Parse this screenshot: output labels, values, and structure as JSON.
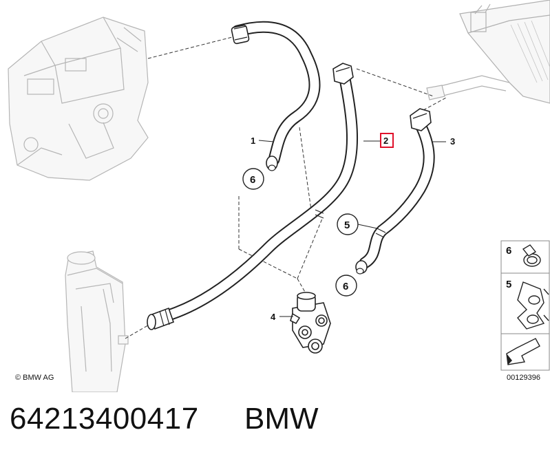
{
  "diagram": {
    "callouts": {
      "hose_1": "1",
      "hose_2": "2",
      "hose_3": "3",
      "valve_4": "4",
      "clamp_5": "5",
      "clamp_6_a": "6",
      "clamp_6_b": "6"
    },
    "legend": {
      "item_6": "6",
      "item_5": "5",
      "diagram_number": "00129396"
    },
    "copyright": "© BMW AG",
    "highlight_color": "#e0102a"
  },
  "footer": {
    "part_number": "64213400417",
    "brand": "BMW"
  }
}
